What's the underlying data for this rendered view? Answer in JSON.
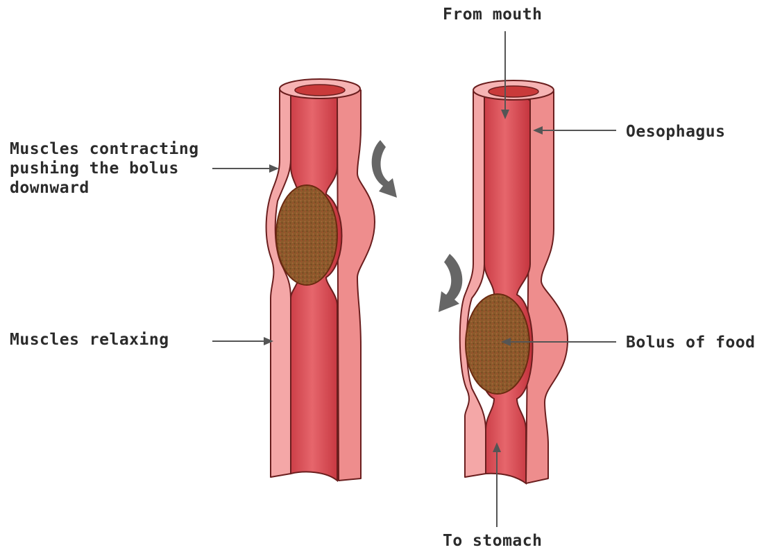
{
  "labels": {
    "from_mouth": "From mouth",
    "oesophagus": "Oesophagus",
    "muscles_contracting_line1": "Muscles contracting",
    "muscles_contracting_line2": "pushing the bolus",
    "muscles_contracting_line3": "downward",
    "muscles_relaxing": "Muscles relaxing",
    "bolus_of_food": "Bolus of food",
    "to_stomach": "To stomach"
  },
  "colors": {
    "wall": "#f4a7a7",
    "lumen": "#d9454d",
    "bolus": "#8b5a2b",
    "arrow": "#555555",
    "curl_arrow": "#666666"
  }
}
